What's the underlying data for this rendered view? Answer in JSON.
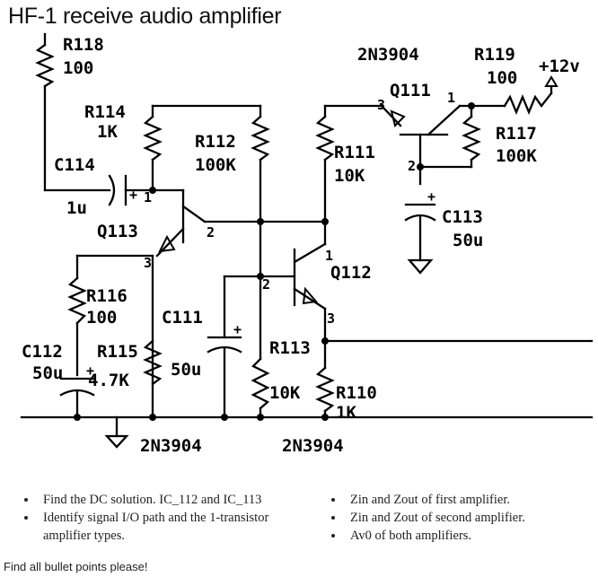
{
  "title": "HF-1 receive audio amplifier",
  "components": {
    "r118": {
      "ref": "R118",
      "value": "100"
    },
    "r114": {
      "ref": "R114",
      "value": "1K"
    },
    "r112": {
      "ref": "R112",
      "value": "100K"
    },
    "r111": {
      "ref": "R111",
      "value": "10K"
    },
    "r119": {
      "ref": "R119",
      "value": "100"
    },
    "r117": {
      "ref": "R117",
      "value": "100K"
    },
    "r116": {
      "ref": "R116",
      "value": "100"
    },
    "r115": {
      "ref": "R115",
      "value": "4.7K"
    },
    "r113": {
      "ref": "R113",
      "value": "10K"
    },
    "r110": {
      "ref": "R110",
      "value": "1K"
    },
    "c114": {
      "ref": "C114",
      "value": "1u"
    },
    "c113": {
      "ref": "C113",
      "value": "50u"
    },
    "c111": {
      "ref": "C111",
      "value": "50u"
    },
    "c112": {
      "ref": "C112",
      "value": "50u"
    },
    "q111": {
      "ref": "Q111",
      "part": "2N3904"
    },
    "q112": {
      "ref": "Q112",
      "part": "2N3904"
    },
    "q113": {
      "ref": "Q113",
      "part": "2N3904"
    }
  },
  "supply": "+12v",
  "pins": {
    "one": "1",
    "two": "2",
    "three": "3",
    "plus": "+"
  },
  "tasks_left": [
    "Find the DC solution.  IC_112 and IC_113",
    "Identify signal I/O path and the 1-transistor amplifier types."
  ],
  "tasks_right": [
    "Zin and Zout of first amplifier.",
    "Zin and Zout of second amplifier.",
    "Av0 of both amplifiers."
  ],
  "footer": "Find all bullet points please!"
}
